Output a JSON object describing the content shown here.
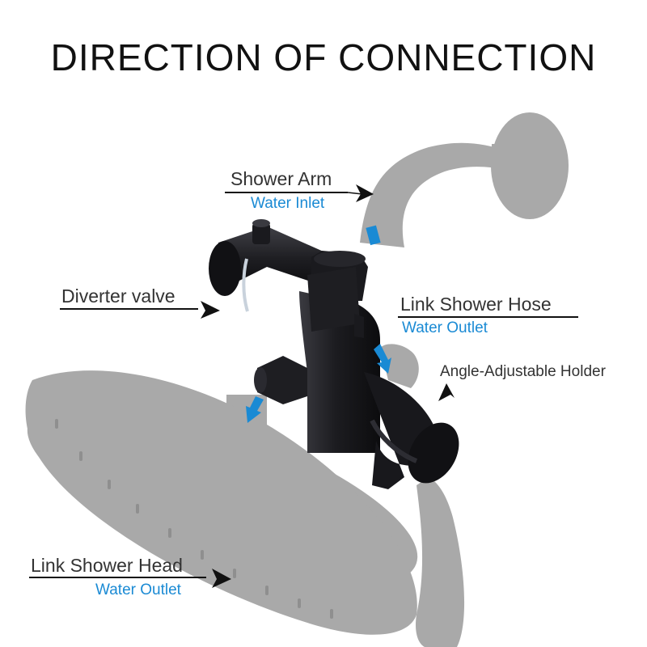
{
  "title": "DIRECTION OF CONNECTION",
  "labels": {
    "shower_arm": "Shower Arm",
    "water_inlet": "Water Inlet",
    "diverter_valve": "Diverter valve",
    "link_shower_hose": "Link Shower Hose",
    "hose_water_outlet": "Water Outlet",
    "angle_adjustable_holder": "Angle-Adjustable Holder",
    "link_shower_head": "Link Shower Head",
    "head_water_outlet": "Water Outlet"
  },
  "colors": {
    "part_gray": "#a9a9a9",
    "valve_black": "#1c1c20",
    "flow_blue": "#1a8ad4",
    "label_text": "#333333",
    "pointer_black": "#111111"
  }
}
